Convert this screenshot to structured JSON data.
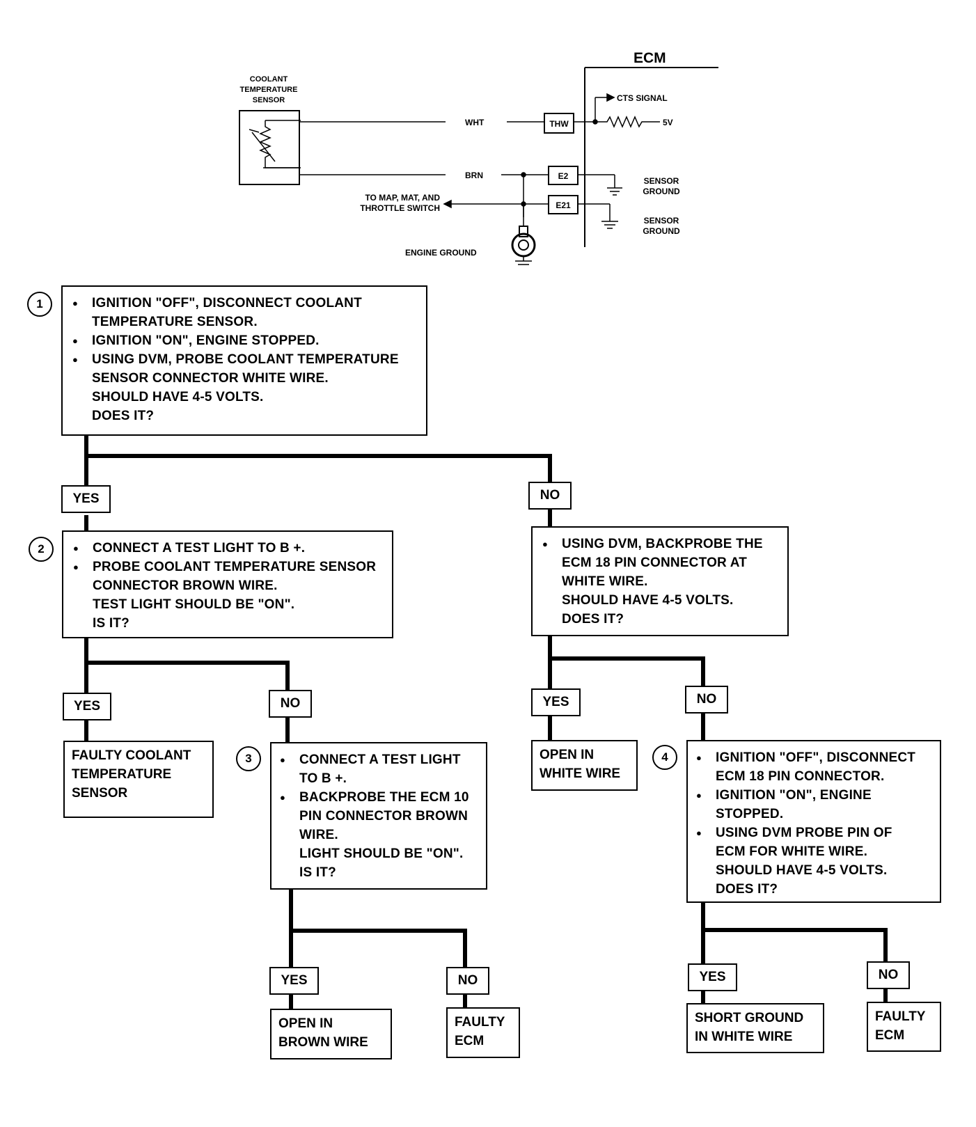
{
  "schematic": {
    "ecm_label": "ECM",
    "sensor_label": [
      "COOLANT",
      "TEMPERATURE",
      "SENSOR"
    ],
    "wire_wht": "WHT",
    "wire_brn": "BRN",
    "pin_thw": "THW",
    "pin_e2": "E2",
    "pin_e21": "E21",
    "cts_signal": "CTS SIGNAL",
    "five_v": "5V",
    "sensor_ground_1": [
      "SENSOR",
      "GROUND"
    ],
    "sensor_ground_2": [
      "SENSOR",
      "GROUND"
    ],
    "to_map": [
      "TO MAP, MAT, AND",
      "THROTTLE SWITCH"
    ],
    "engine_ground": "ENGINE GROUND"
  },
  "steps": {
    "s1": {
      "num": "1",
      "items": [
        [
          "IGNITION \"OFF\", DISCONNECT COOLANT",
          "TEMPERATURE SENSOR."
        ],
        [
          "IGNITION \"ON\", ENGINE STOPPED."
        ],
        [
          "USING DVM, PROBE COOLANT TEMPERATURE",
          "SENSOR CONNECTOR WHITE WIRE.",
          "SHOULD HAVE 4-5 VOLTS.",
          "DOES IT?"
        ]
      ]
    },
    "s2": {
      "num": "2",
      "items": [
        [
          "CONNECT A TEST LIGHT TO B +."
        ],
        [
          "PROBE COOLANT TEMPERATURE SENSOR",
          "CONNECTOR BROWN WIRE.",
          "TEST LIGHT SHOULD BE \"ON\".",
          "IS IT?"
        ]
      ]
    },
    "s_no1": {
      "items": [
        [
          "USING DVM, BACKPROBE THE",
          "ECM 18 PIN CONNECTOR AT",
          "WHITE WIRE.",
          "SHOULD HAVE 4-5 VOLTS.",
          "DOES IT?"
        ]
      ]
    },
    "s3": {
      "num": "3",
      "items": [
        [
          "CONNECT A TEST LIGHT",
          "TO B +."
        ],
        [
          "BACKPROBE THE ECM 10",
          "PIN CONNECTOR BROWN",
          "WIRE.",
          "LIGHT SHOULD BE \"ON\".",
          "IS IT?"
        ]
      ]
    },
    "s4": {
      "num": "4",
      "items": [
        [
          "IGNITION \"OFF\", DISCONNECT",
          "ECM 18 PIN CONNECTOR."
        ],
        [
          "IGNITION \"ON\", ENGINE",
          "STOPPED."
        ],
        [
          "USING DVM PROBE PIN OF",
          "ECM FOR WHITE WIRE.",
          "SHOULD HAVE 4-5 VOLTS.",
          "DOES IT?"
        ]
      ]
    }
  },
  "tags": {
    "yes": "YES",
    "no": "NO"
  },
  "results": {
    "faulty_sensor": [
      "FAULTY COOLANT",
      "TEMPERATURE",
      "SENSOR"
    ],
    "open_white": [
      "OPEN IN",
      "WHITE WIRE"
    ],
    "open_brown": [
      "OPEN IN",
      "BROWN WIRE"
    ],
    "faulty_ecm_1": [
      "FAULTY",
      "ECM"
    ],
    "short_ground": [
      "SHORT GROUND",
      "IN WHITE WIRE"
    ],
    "faulty_ecm_2": [
      "FAULTY",
      "ECM"
    ]
  }
}
